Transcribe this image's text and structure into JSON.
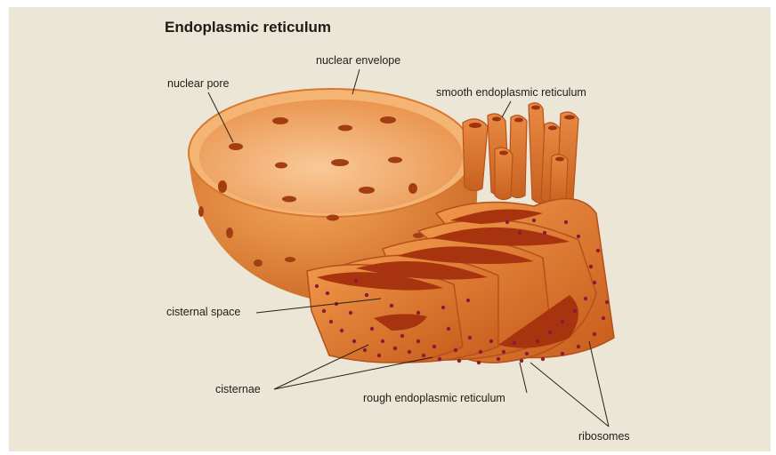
{
  "title": "Endoplasmic reticulum",
  "labels": {
    "nuclear_envelope": "nuclear envelope",
    "nuclear_pore": "nuclear pore",
    "smooth_er": "smooth endoplasmic reticulum",
    "cisternal_space": "cisternal space",
    "cisternae": "cisternae",
    "rough_er": "rough endoplasmic reticulum",
    "ribosomes": "ribosomes"
  },
  "colors": {
    "background": "#ebe6d6",
    "nucleus_outer": "#e08a3c",
    "nucleus_inner": "#f6b877",
    "er_membrane": "#e07a2c",
    "lumen": "#b33a12",
    "ribosome": "#8a1c3a",
    "leader_line": "#2a2118"
  }
}
